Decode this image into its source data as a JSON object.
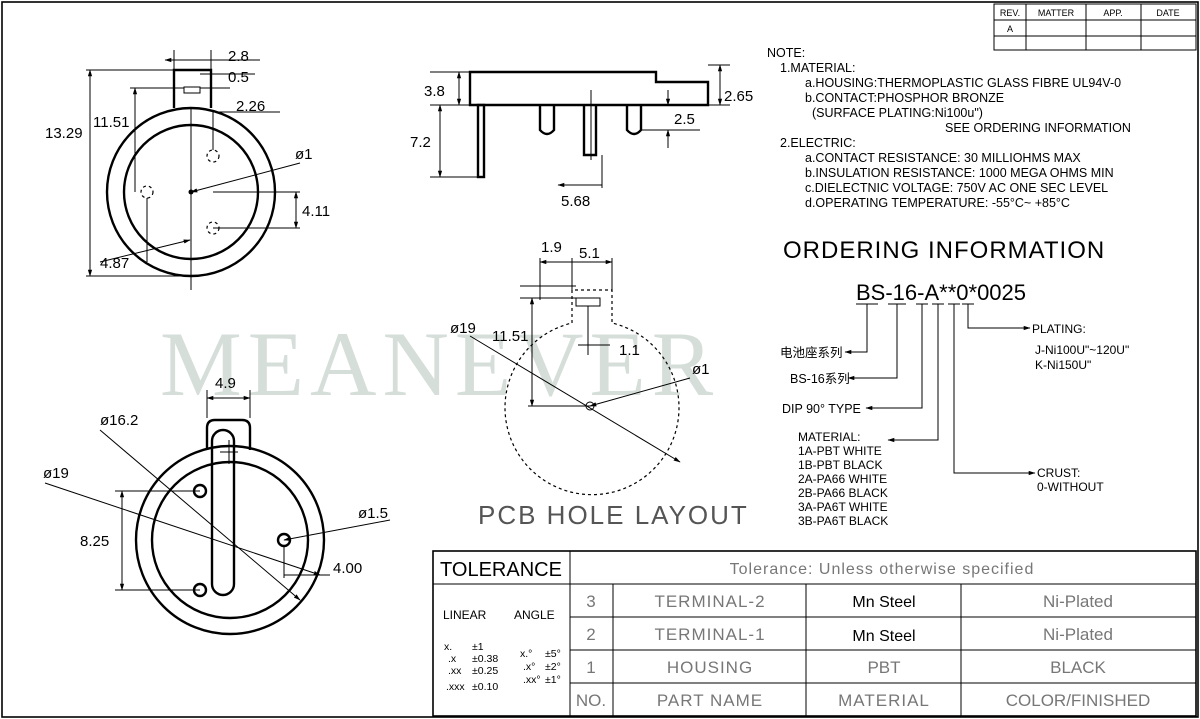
{
  "revision_block": {
    "headers": [
      "REV.",
      "MATTER",
      "APP.",
      "DATE"
    ],
    "rev_value": "A"
  },
  "watermark": "MEANEVER",
  "top_left_view": {
    "dims": [
      "2.8",
      "0.5",
      "13.29",
      "11.51",
      "2.26",
      "ø1",
      "4.11",
      "4.87"
    ]
  },
  "side_view": {
    "dims": [
      "3.8",
      "7.2",
      "2.65",
      "2.5",
      "5.68"
    ]
  },
  "bottom_left_view": {
    "dims": [
      "4.9",
      "ø16.2",
      "ø19",
      "ø1.5",
      "8.25",
      "4.00"
    ]
  },
  "pcb_layout": {
    "title": "PCB HOLE LAYOUT",
    "dims": [
      "1.9",
      "5.1",
      "11.51",
      "ø19",
      "1.1",
      "ø1"
    ]
  },
  "notes": {
    "heading": "NOTE:",
    "lines": [
      "1.MATERIAL:",
      "a.HOUSING:THERMOPLASTIC GLASS FIBRE UL94V-0",
      "b.CONTACT:PHOSPHOR BRONZE",
      "(SURFACE PLATING:Ni100u\")",
      "SEE ORDERING INFORMATION",
      "2.ELECTRIC:",
      "a.CONTACT RESISTANCE: 30 MILLIOHMS MAX",
      "b.INSULATION RESISTANCE: 1000 MEGA OHMS MIN",
      "c.DIELECTNIC VOLTAGE: 750V AC ONE SEC LEVEL",
      "d.OPERATING TEMPERATURE: -55°C~ +85°C"
    ]
  },
  "ordering": {
    "title": "ORDERING INFORMATION",
    "code": "BS-16-A**0*0025",
    "series_cn": "电池座系列",
    "bs16_cn": "BS-16系列",
    "dip": "DIP 90° TYPE",
    "material_heading": "MATERIAL:",
    "materials": [
      "1A-PBT WHITE",
      "1B-PBT BLACK",
      "2A-PA66 WHITE",
      "2B-PA66 BLACK",
      "3A-PA6T WHITE",
      "3B-PA6T BLACK"
    ],
    "crust_heading": "CRUST:",
    "crust": "0-WITHOUT",
    "plating_heading": "PLATING:",
    "plating": [
      "J-Ni100U\"~120U\"",
      "K-Ni150U\""
    ]
  },
  "tolerance_block": {
    "title": "TOLERANCE",
    "subtitle": "Tolerance: Unless otherwise specified",
    "linear_label": "LINEAR",
    "angle_label": "ANGLE",
    "linear": [
      {
        "k": "x.",
        "v": "±1"
      },
      {
        "k": ".x",
        "v": "±0.38"
      },
      {
        "k": ".xx",
        "v": "±0.25"
      },
      {
        "k": ".xxx",
        "v": "±0.10"
      }
    ],
    "angle": [
      {
        "k": "x.°",
        "v": "±5°"
      },
      {
        "k": ".x°",
        "v": "±2°"
      },
      {
        "k": ".xx°",
        "v": "±1°"
      }
    ]
  },
  "parts_table": {
    "headers": [
      "NO.",
      "PART NAME",
      "MATERIAL",
      "COLOR/FINISHED"
    ],
    "rows": [
      {
        "no": "3",
        "name": "TERMINAL-2",
        "material": "Mn Steel",
        "finish": "Ni-Plated"
      },
      {
        "no": "2",
        "name": "TERMINAL-1",
        "material": "Mn Steel",
        "finish": "Ni-Plated"
      },
      {
        "no": "1",
        "name": "HOUSING",
        "material": "PBT",
        "finish": "BLACK"
      }
    ]
  }
}
